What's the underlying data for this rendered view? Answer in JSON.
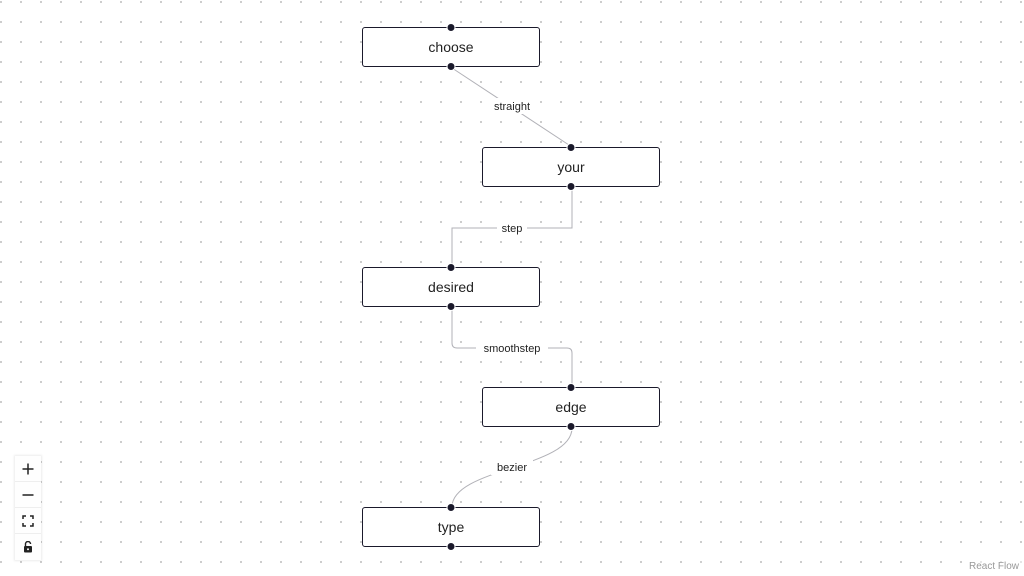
{
  "nodes": [
    {
      "id": "1",
      "label": "choose"
    },
    {
      "id": "2",
      "label": "your"
    },
    {
      "id": "3",
      "label": "desired"
    },
    {
      "id": "4",
      "label": "edge"
    },
    {
      "id": "5",
      "label": "type"
    }
  ],
  "edges": [
    {
      "source": "1",
      "target": "2",
      "type": "straight",
      "label": "straight"
    },
    {
      "source": "2",
      "target": "3",
      "type": "step",
      "label": "step"
    },
    {
      "source": "3",
      "target": "4",
      "type": "smoothstep",
      "label": "smoothstep"
    },
    {
      "source": "4",
      "target": "5",
      "type": "bezier",
      "label": "bezier"
    }
  ],
  "controls": {
    "zoom_in": "plus-icon",
    "zoom_out": "minus-icon",
    "fit_view": "fit-view-icon",
    "interactivity": "lock-icon"
  },
  "attribution": {
    "text": "React Flow"
  },
  "colors": {
    "node_border": "#1a192b",
    "edge_stroke": "#b1b1b7",
    "background_dots": "#c4c4c4"
  }
}
